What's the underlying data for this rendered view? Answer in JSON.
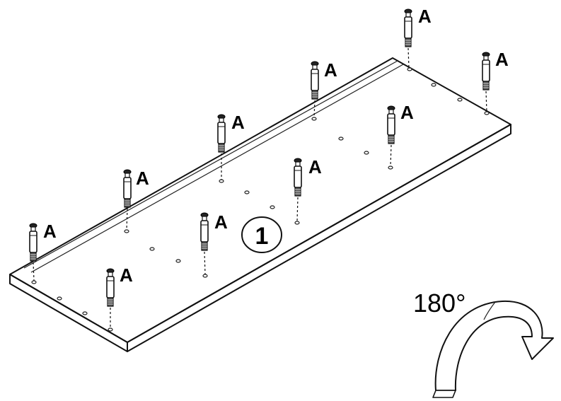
{
  "diagram": {
    "step_number": "1",
    "part_label": "A",
    "rotation_label": "180°",
    "icons": {
      "fitting": "cam-bolt-icon",
      "rotation": "rotate-180-arrow-icon"
    }
  }
}
